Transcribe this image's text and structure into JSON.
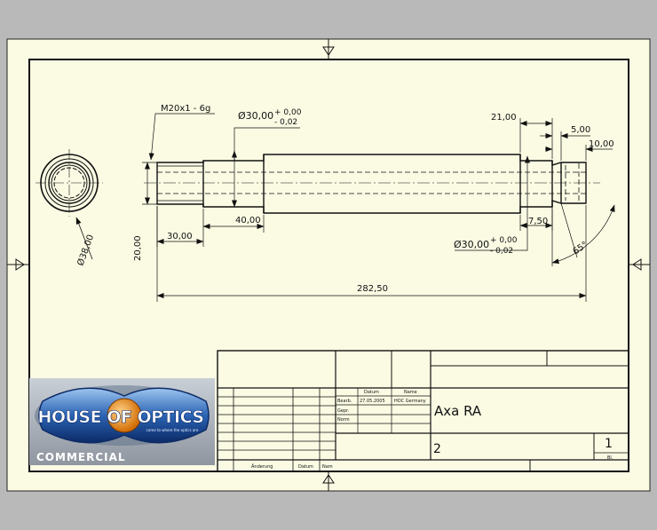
{
  "colors": {
    "background": "#b9b9b9",
    "sheet": "#fbfbe4",
    "line": "#111111",
    "logo_blue": "#2b64b4",
    "logo_orange": "#f08a18"
  },
  "dimensions": {
    "thread": "M20x1 - 6g",
    "dia30_left": "Ø30,00",
    "tol_upper": "+ 0,00",
    "tol_lower": "- 0,02",
    "len_40": "40,00",
    "len_30": "30,00",
    "height_20": "20,00",
    "dia38": "Ø38,00",
    "len_21": "21,00",
    "len_5": "5,00",
    "len_10": "10,00",
    "len_7_5": "7,50",
    "dia30_right": "Ø30,00",
    "angle_65": "65°",
    "total_len": "282,50"
  },
  "title_block": {
    "col_datum": "Datum",
    "col_name": "Name",
    "row_bearb": "Bearb.",
    "row_gepr": "Gepr.",
    "row_norm": "Norm",
    "date": "27.05.2005",
    "author": "HOC Germany",
    "title": "Axa RA",
    "drawing_no": "2",
    "sheet_no": "1",
    "sheet_label": "Bl.",
    "footer_aenderung": "Änderung",
    "footer_datum": "Datum",
    "footer_nam": "Nam"
  },
  "logo": {
    "main_text": "HOUSE OF OPTICS",
    "tagline": "come to where the optics are",
    "sub_text": "COMMERCIAL"
  }
}
